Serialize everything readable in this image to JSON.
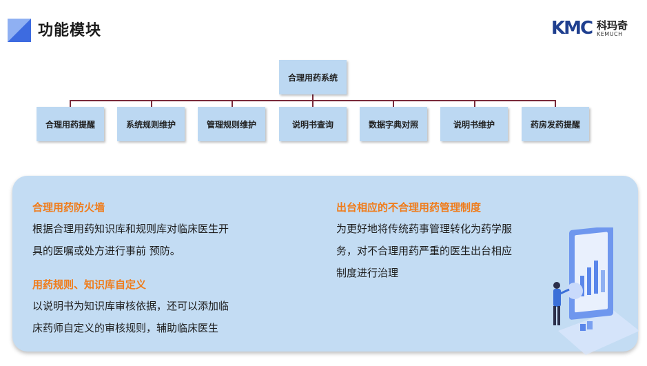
{
  "header": {
    "title": "功能模块"
  },
  "logo": {
    "mark": "KMC",
    "cn": "科玛奇",
    "en": "KEMUCH"
  },
  "diagram": {
    "root": "合理用药系统",
    "children": [
      "合理用药提醒",
      "系统规则维护",
      "管理规则维护",
      "说明书查询",
      "数据字典对照",
      "说明书维护",
      "药房发药提醒"
    ]
  },
  "features": [
    {
      "heading": "合理用药防火墙",
      "lines": [
        "根据合理用药知识库和规则库对临床医生开",
        "具的医嘱或处方进行事前 预防。"
      ]
    },
    {
      "heading": "用药规则、知识库自定义",
      "lines": [
        "以说明书为知识库审核依据，还可以添加临",
        "床药师自定义的审核规则，辅助临床医生"
      ]
    },
    {
      "heading": "出台相应的不合理用药管理制度",
      "lines": [
        "为更好地将传统药事管理转化为药学服",
        "务，对不合理用药严重的医生出台相应",
        "制度进行治理"
      ]
    }
  ],
  "colors": {
    "accent": "#f07c1a",
    "node": "#bcd8f2",
    "connector": "#7a2a3a",
    "panel": "#c3dcf3",
    "brand": "#3d6be0"
  },
  "icons": [
    "title-marker-icon",
    "analytics-person-illustration-icon"
  ]
}
